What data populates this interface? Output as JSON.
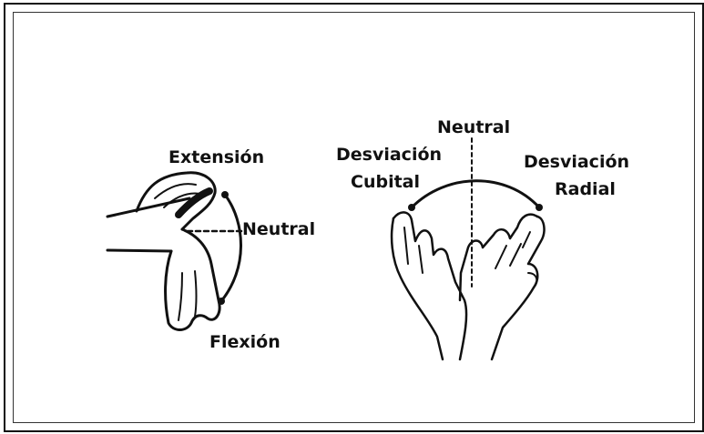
{
  "labels": {
    "extension": "Extensión",
    "neutral_left": "Neutral",
    "flexion": "Flexión",
    "neutral_top": "Neutral",
    "ulnar_line1": "Desviación",
    "ulnar_line2": "Cubital",
    "radial_line1": "Desviación",
    "radial_line2": "Radial"
  },
  "colors": {
    "ink": "#111111",
    "background": "#ffffff"
  }
}
